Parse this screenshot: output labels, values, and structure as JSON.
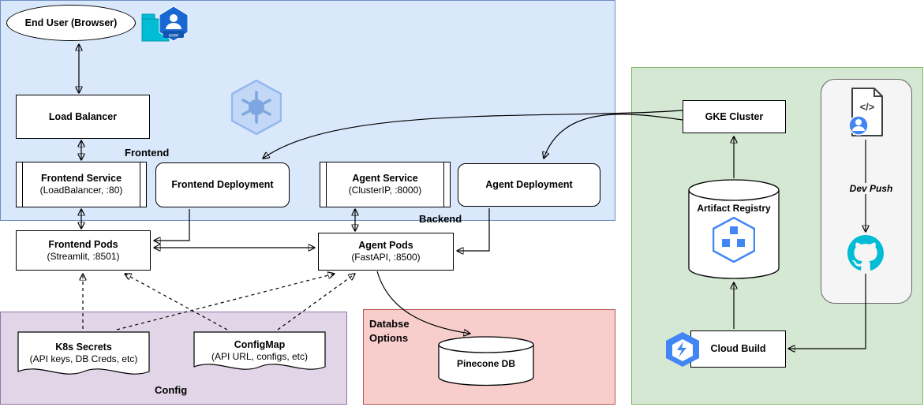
{
  "end_user": {
    "label": "End User (Browser)",
    "icon_label": "user"
  },
  "cluster": {
    "frontend_label": "Frontend",
    "backend_label": "Backend",
    "load_balancer": {
      "title": "Load Balancer"
    },
    "frontend_service": {
      "title": "Frontend Service",
      "subtitle": "(LoadBalancer, :80)"
    },
    "frontend_deployment": {
      "title": "Frontend Deployment"
    },
    "agent_service": {
      "title": "Agent Service",
      "subtitle": "(ClusterIP, :8000)"
    },
    "agent_deployment": {
      "title": "Agent Deployment"
    },
    "frontend_pods": {
      "title": "Frontend Pods",
      "subtitle": "(Streamlit, :8501)"
    },
    "agent_pods": {
      "title": "Agent Pods",
      "subtitle": "(FastAPI, :8500)"
    }
  },
  "config": {
    "label": "Config",
    "k8s_secrets": {
      "title": "K8s Secrets",
      "subtitle": "(API keys, DB Creds, etc)"
    },
    "configmap": {
      "title": "ConfigMap",
      "subtitle": "(API URL, configs, etc)"
    }
  },
  "database": {
    "label_line1": "Databse",
    "label_line2": "Options",
    "pinecone_db": {
      "title": "Pinecone DB"
    }
  },
  "cicd": {
    "gke_cluster": {
      "title": "GKE Cluster"
    },
    "artifact_registry": {
      "title": "Artifact Registry"
    },
    "cloud_build": {
      "title": "Cloud Build"
    },
    "dev_push_label": "Dev Push",
    "dev_doc_glyph": "</>"
  },
  "colors": {
    "cluster_region_fill": "#dae8fc",
    "cluster_region_border": "#6c8ebf",
    "cicd_region_fill": "#d5e8d4",
    "cicd_region_border": "#82b366",
    "config_region_fill": "#e1d5e7",
    "config_region_border": "#9673a6",
    "database_region_fill": "#f8cecc",
    "database_region_border": "#b85450",
    "google_blue": "#4285f4",
    "teal": "#00bcd4",
    "k8s_light_blue": "#7ea6e0"
  },
  "icons": {
    "user-icon": "hexagon-user-badge",
    "kubernetes-icon": "kubernetes-helm-hexagon",
    "artifact-registry-icon": "hexagon-cubes",
    "cloud-build-icon": "hexagon-bolt",
    "dev-doc-icon": "code-file-with-developer",
    "github-icon": "octocat-mark"
  }
}
